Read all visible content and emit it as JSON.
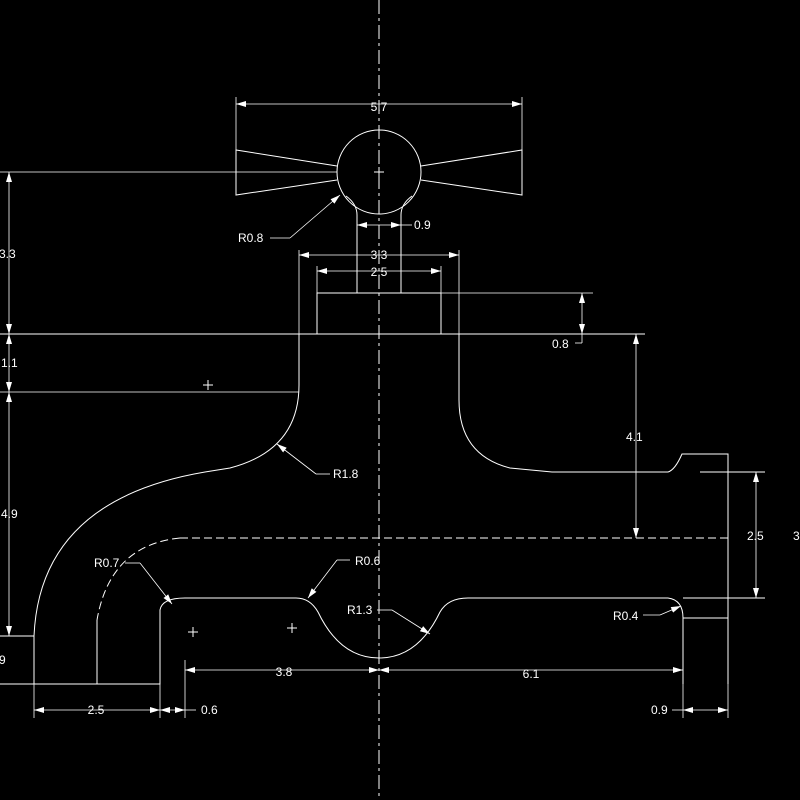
{
  "drawing": {
    "background": "#000000",
    "line_color": "#ffffff",
    "dimensions": {
      "handle_width": "5.7",
      "stem_width": "0.9",
      "nut_outer_width": "3.3",
      "nut_inner_width": "2.5",
      "nut_height": "0.8",
      "handle_height": "3.3",
      "collar_height": "1.1",
      "body_height_left": "4.9",
      "spout_drop": "4.1",
      "spout_thickness": "2.5",
      "right_edge_value": "3",
      "bottom_left_value": "9",
      "base_left_width": "2.5",
      "gap_width": "0.6",
      "inner_left_span": "3.8",
      "inner_right_span": "6.1",
      "tip_width": "0.9"
    },
    "radii": {
      "knob": "R0.8",
      "upper_curve": "R1.8",
      "inner_left": "R0.7",
      "notch_left": "R0.6",
      "notch": "R1.3",
      "tip": "R0.4"
    }
  }
}
